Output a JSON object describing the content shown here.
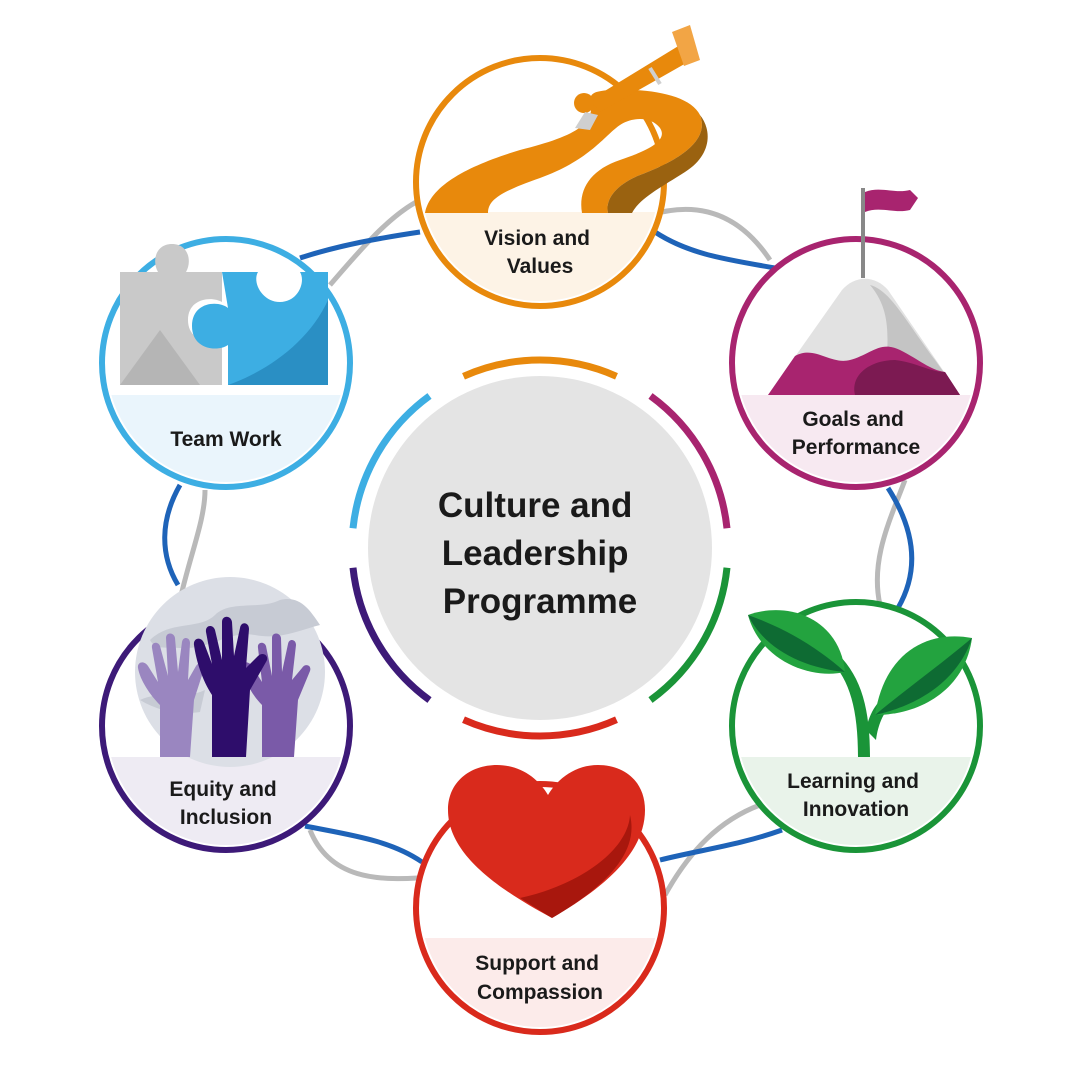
{
  "center": {
    "title_lines": [
      "Culture and",
      "Leadership",
      "Programme"
    ]
  },
  "nodes": [
    {
      "id": "vision",
      "lines": [
        "Vision and",
        "Values"
      ],
      "color": "#e8890c",
      "icon": "telescope-icon"
    },
    {
      "id": "goals",
      "lines": [
        "Goals and",
        "Performance"
      ],
      "color": "#a8246f",
      "icon": "mountain-flag-icon"
    },
    {
      "id": "learning",
      "lines": [
        "Learning and",
        "Innovation"
      ],
      "color": "#1a9438",
      "icon": "sprout-icon"
    },
    {
      "id": "support",
      "lines": [
        "Support and",
        "Compassion"
      ],
      "color": "#d92a1c",
      "icon": "heart-icon"
    },
    {
      "id": "equity",
      "lines": [
        "Equity and",
        "Inclusion"
      ],
      "color": "#3d1a78",
      "icon": "raised-hands-icon"
    },
    {
      "id": "teamwork",
      "lines": [
        "Team Work"
      ],
      "color": "#3daee3",
      "icon": "puzzle-pieces-icon"
    }
  ],
  "colors": {
    "center_fill": "#e4e4e4",
    "link_blue": "#1e63b8",
    "link_gray": "#b9b9b9"
  }
}
